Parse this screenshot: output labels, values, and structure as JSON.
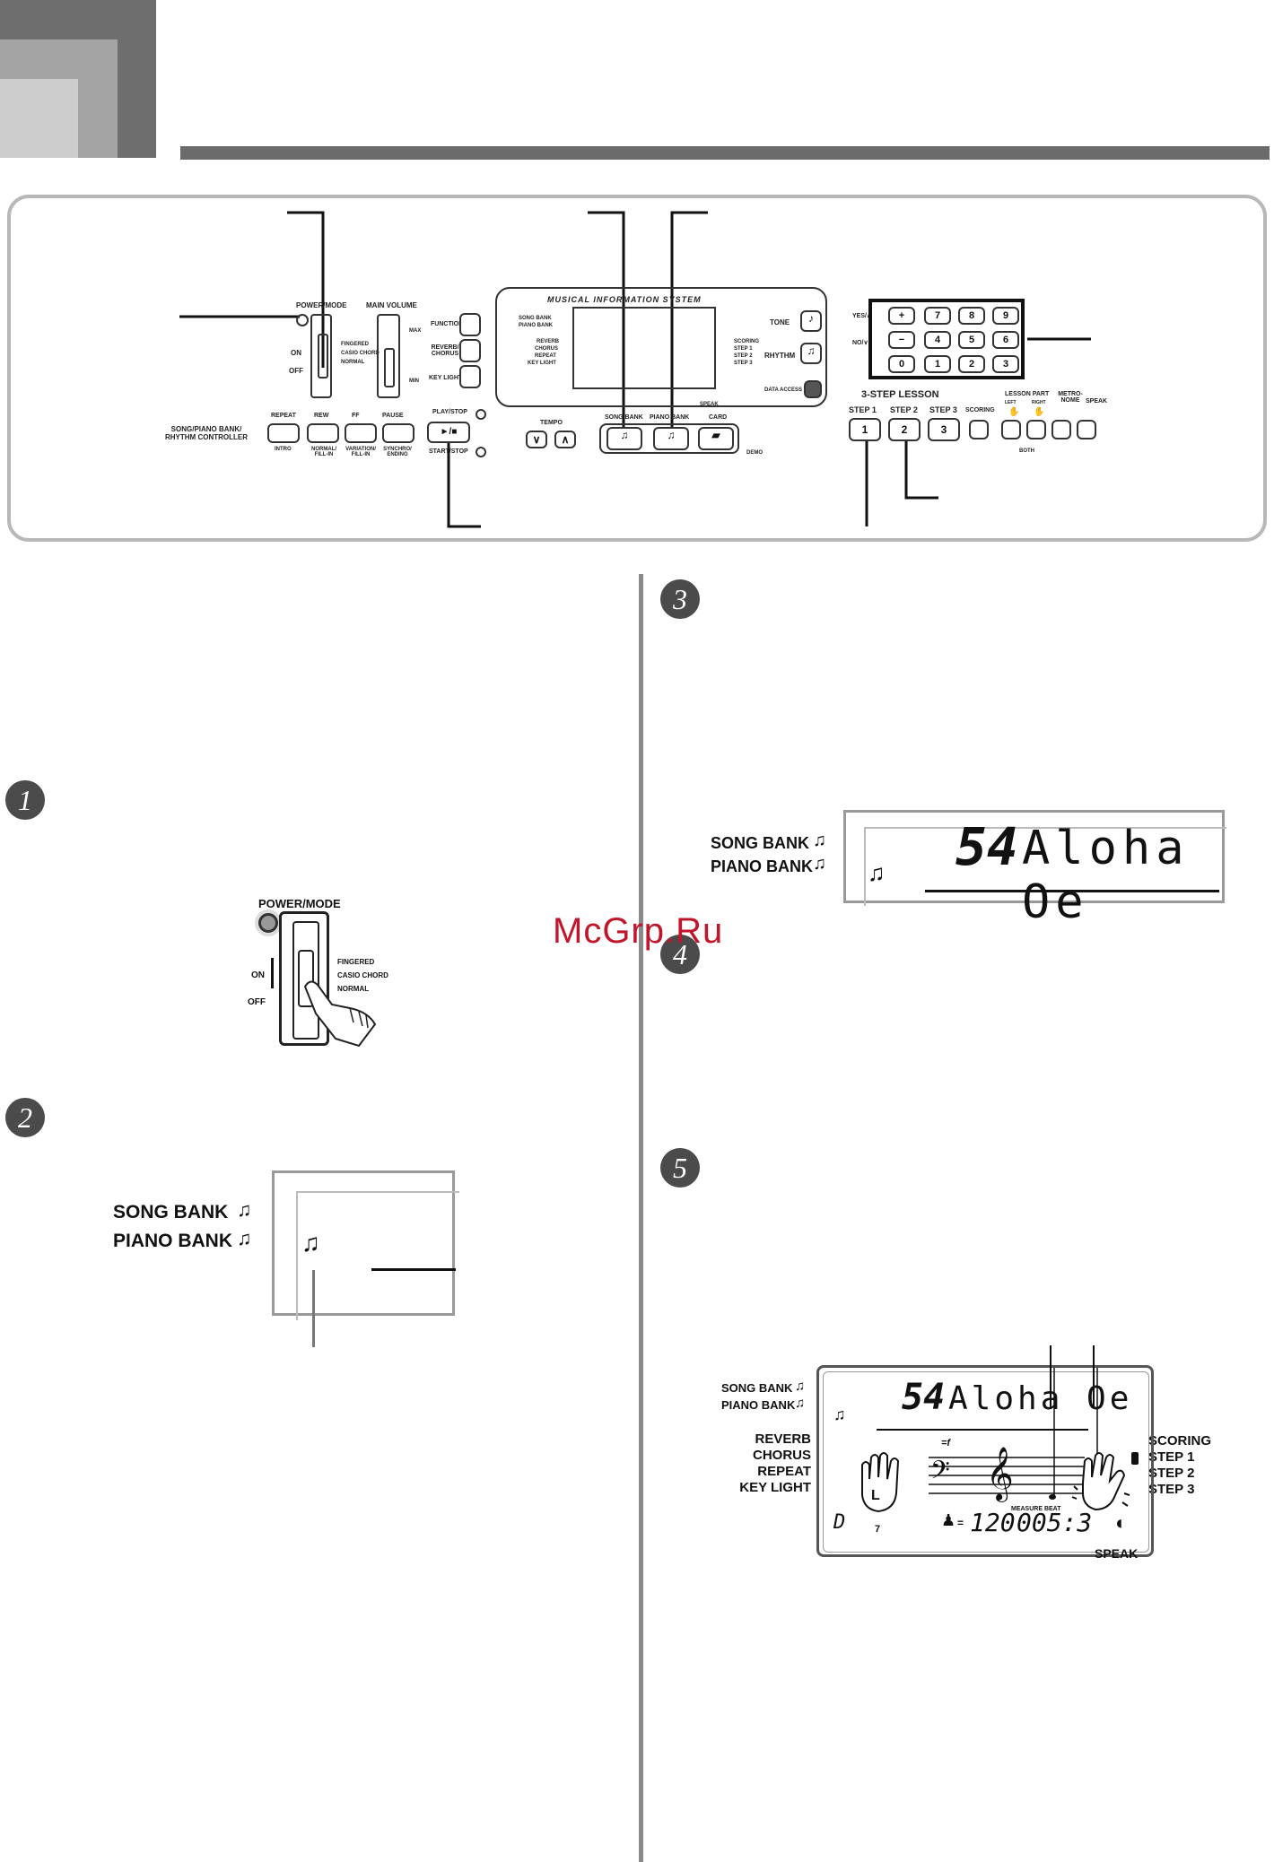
{
  "watermark": "McGrp.Ru",
  "panel": {
    "power_mode_label": "POWER/MODE",
    "main_volume_label": "MAIN VOLUME",
    "on_label": "ON",
    "off_label": "OFF",
    "mode_fingered": "FINGERED",
    "mode_casio_chord": "CASIO CHORD",
    "mode_normal": "NORMAL",
    "max_label": "MAX",
    "min_label": "MIN",
    "function_label": "FUNCTION",
    "reverb_chorus_label": "REVERB/ CHORUS",
    "key_light_label": "KEY LIGHT",
    "controller_label": "SONG/PIANO BANK/ RHYTHM CONTROLLER",
    "buttons_top": [
      "REPEAT",
      "REW",
      "FF",
      "PAUSE"
    ],
    "buttons_bottom": [
      "INTRO",
      "NORMAL/ FILL-IN",
      "VARIATION/ FILL-IN",
      "SYNCHRO/ ENDING"
    ],
    "play_stop_label": "PLAY/STOP",
    "start_stop_label": "START/STOP",
    "play_symbol": "►/■",
    "mis_title": "MUSICAL INFORMATION SYSTEM",
    "display_left": [
      "SONG BANK",
      "PIANO BANK",
      "REVERB",
      "CHORUS",
      "REPEAT",
      "KEY LIGHT"
    ],
    "display_right": [
      "SCORING",
      "STEP 1",
      "STEP 2",
      "STEP 3"
    ],
    "tone_label": "TONE",
    "rhythm_label": "RHYTHM",
    "data_access_label": "DATA ACCESS",
    "tempo_label": "TEMPO",
    "song_bank_btn": "SONG BANK",
    "piano_bank_btn": "PIANO BANK",
    "card_btn": "CARD",
    "speak_label": "SPEAK",
    "demo_label": "DEMO",
    "yes_label": "YES/∧",
    "no_label": "NO/∨",
    "numpad": [
      "+",
      "7",
      "8",
      "9",
      "−",
      "4",
      "5",
      "6",
      "0",
      "1",
      "2",
      "3"
    ],
    "lesson_title": "3-STEP LESSON",
    "step_labels": [
      "STEP 1",
      "STEP 2",
      "STEP 3"
    ],
    "step_keys": [
      "1",
      "2",
      "3"
    ],
    "scoring_label": "SCORING",
    "lesson_part_label": "LESSON PART",
    "left_label": "LEFT",
    "right_label": "RIGHT",
    "metronome_label": "METRO-NOME",
    "speak_btn_label": "SPEAK",
    "both_label": "BOTH"
  },
  "steps": [
    "1",
    "2",
    "3",
    "4",
    "5"
  ],
  "power_figure": {
    "title": "POWER/MODE",
    "on": "ON",
    "off": "OFF",
    "modes": [
      "FINGERED",
      "CASIO CHORD",
      "NORMAL"
    ]
  },
  "lcd_step2": {
    "song_bank": "SONG BANK",
    "piano_bank": "PIANO BANK"
  },
  "lcd_step3": {
    "song_bank": "SONG BANK",
    "piano_bank": "PIANO BANK",
    "number": "54",
    "title": "Aloha Oe"
  },
  "lcd_step5": {
    "song_bank": "SONG BANK",
    "piano_bank": "PIANO BANK",
    "number": "54",
    "title": "Aloha Oe",
    "left_labels": [
      "REVERB",
      "CHORUS",
      "REPEAT",
      "KEY LIGHT"
    ],
    "right_labels": [
      "SCORING",
      "STEP 1",
      "STEP 2",
      "STEP 3"
    ],
    "hand_left": "L",
    "dynamic": "=f",
    "measure_beat": "MEASURE BEAT",
    "tempo": "120",
    "measure": "005:3",
    "chord_d": "D",
    "chord_7": "7",
    "speak": "SPEAK"
  }
}
